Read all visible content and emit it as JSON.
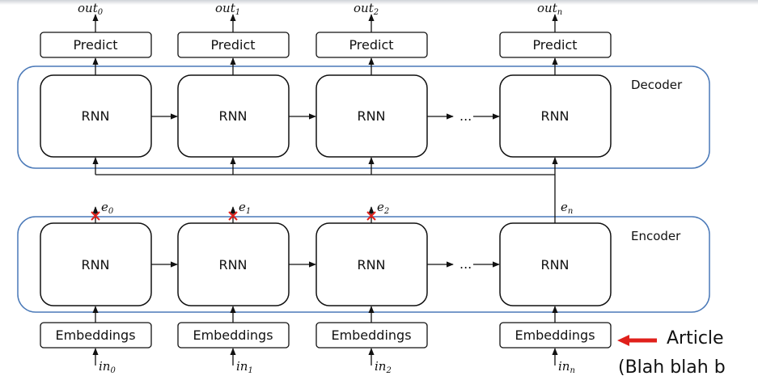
{
  "decoder": {
    "label": "Decoder"
  },
  "encoder": {
    "label": "Encoder"
  },
  "cell_label": "RNN",
  "predict_label": "Predict",
  "embeddings_label": "Embeddings",
  "ellipsis": "...",
  "outputs": [
    {
      "base": "out",
      "sub": "0"
    },
    {
      "base": "out",
      "sub": "1"
    },
    {
      "base": "out",
      "sub": "2"
    },
    {
      "base": "out",
      "sub": "n"
    }
  ],
  "inputs": [
    {
      "base": "in",
      "sub": "0"
    },
    {
      "base": "in",
      "sub": "1"
    },
    {
      "base": "in",
      "sub": "2"
    },
    {
      "base": "in",
      "sub": "n"
    }
  ],
  "encodings": [
    {
      "base": "e",
      "sub": "0",
      "blocked": true
    },
    {
      "base": "e",
      "sub": "1",
      "blocked": true
    },
    {
      "base": "e",
      "sub": "2",
      "blocked": true
    },
    {
      "base": "e",
      "sub": "n",
      "blocked": false
    }
  ],
  "annotation": {
    "line1": "Article",
    "line2": "(Blah blah b",
    "arrow_color": "#e0201b"
  },
  "colors": {
    "container": "#4a79b8",
    "stroke": "#111111",
    "cross": "#e0201b"
  }
}
